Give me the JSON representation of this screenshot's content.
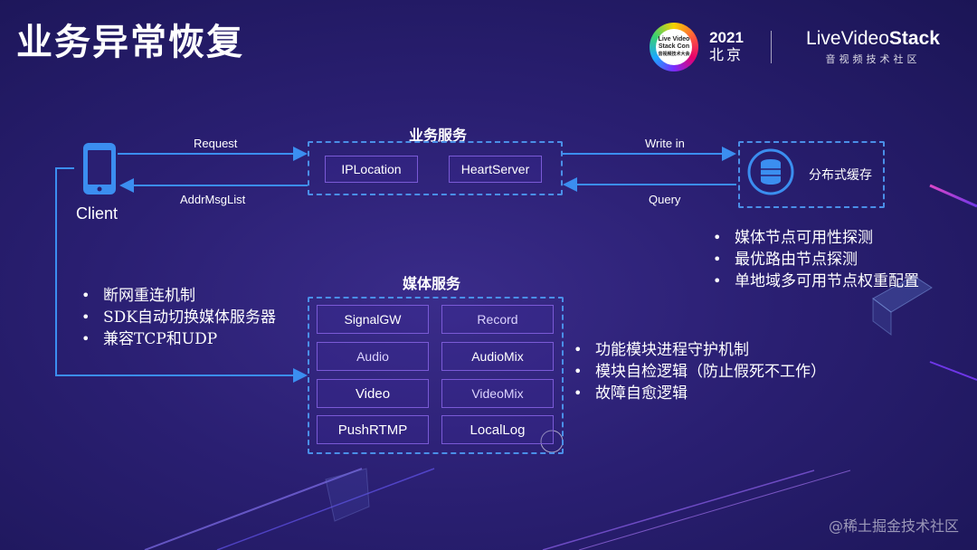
{
  "title": "业务异常恢复",
  "brand": {
    "conference_logo_text": [
      "Live Video",
      "Stack Con",
      "音视频技术大会"
    ],
    "year": "2021",
    "city": "北京",
    "org_name_light": "ive",
    "org_name_mid": "Video",
    "org_name_bold": "Stack",
    "org_name_lead": "L",
    "org_subtitle": "音视频技术社区"
  },
  "client": {
    "label": "Client"
  },
  "business_service": {
    "title": "业务服务",
    "modules": [
      "IPLocation",
      "HeartServer"
    ]
  },
  "arrows": {
    "request": "Request",
    "addr_msg_list": "AddrMsgList",
    "write_in": "Write in",
    "query": "Query"
  },
  "cache": {
    "label": "分布式缓存"
  },
  "cache_bullets": [
    "媒体节点可用性探测",
    "最优路由节点探测",
    "单地域多可用节点权重配置"
  ],
  "client_bullets": [
    "断网重连机制",
    "SDK自动切换媒体服务器",
    "兼容TCP和UDP"
  ],
  "media_service": {
    "title": "媒体服务",
    "modules": [
      "SignalGW",
      "Record",
      "Audio",
      "AudioMix",
      "Video",
      "VideoMix",
      "PushRTMP",
      "LocalLog"
    ]
  },
  "media_bullets": [
    "功能模块进程守护机制",
    "模块自检逻辑（防止假死不工作）",
    "故障自愈逻辑"
  ],
  "watermark": "@稀土掘金技术社区",
  "colors": {
    "arrow": "#3b8ef0",
    "dashed_border": "#4a8fe8",
    "module_border": "#7a5ad6",
    "neon": "#e04bd8"
  }
}
